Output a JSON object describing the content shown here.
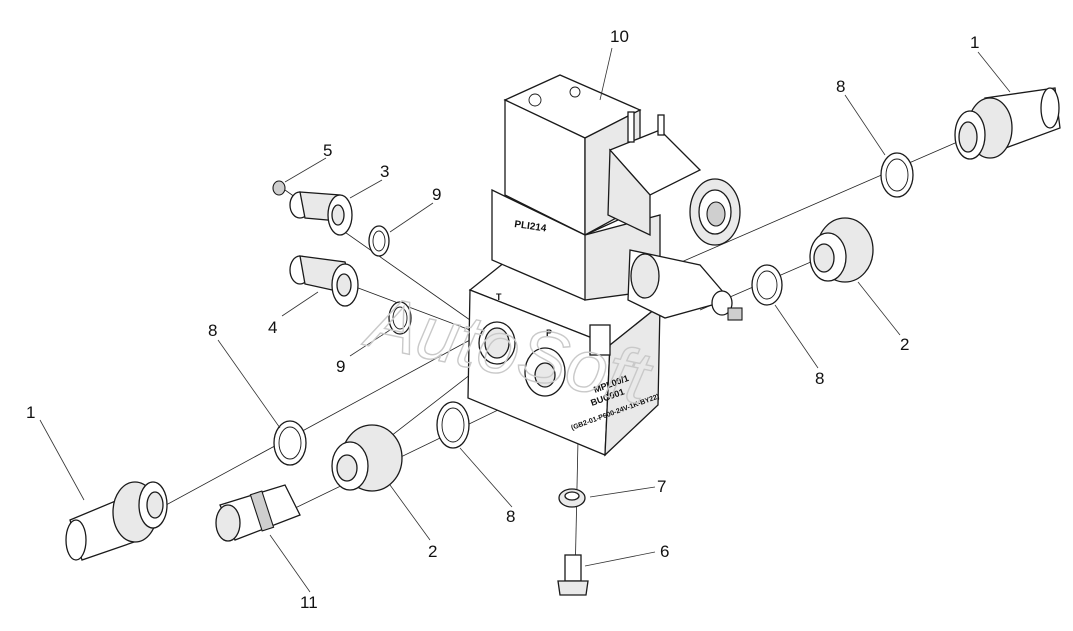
{
  "watermark": "AutoSoft",
  "block_labels": {
    "top": "PLI214",
    "line1": "MPL00/1",
    "line2": "BUG001",
    "line3": "(GB2-01-P600-24V-1K-BY22)",
    "port_t": "T",
    "port_p": "P"
  },
  "callouts": {
    "c10": "10",
    "c1_top": "1",
    "c8_top": "8",
    "c5": "5",
    "c3": "3",
    "c9_top": "9",
    "c4": "4",
    "c9_bottom": "9",
    "c8_left": "8",
    "c2_right": "2",
    "c8_right": "8",
    "c1_left": "1",
    "c7": "7",
    "c8_bottom": "8",
    "c6": "6",
    "c2_bottom": "2",
    "c11": "11"
  }
}
